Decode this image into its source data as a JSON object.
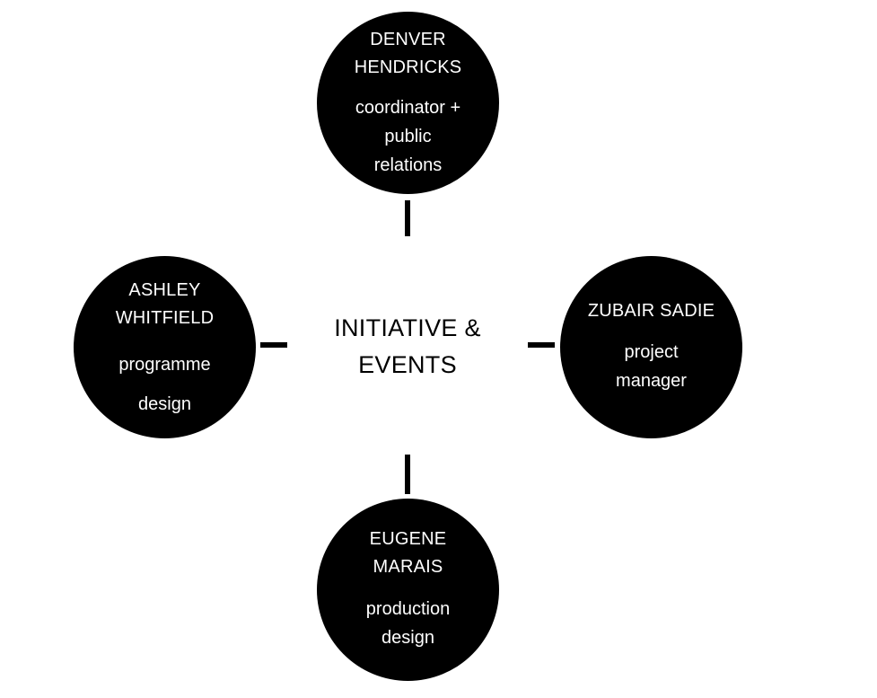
{
  "center": {
    "line1": "INITIATIVE &",
    "line2": "EVENTS"
  },
  "nodes": {
    "top": {
      "name_line1": "DENVER",
      "name_line2": "HENDRICKS",
      "role_line1": "coordinator +",
      "role_line2": "public",
      "role_line3": "relations"
    },
    "left": {
      "name_line1": "ASHLEY",
      "name_line2": "WHITFIELD",
      "role_line1": "programme",
      "role_line2": "design"
    },
    "right": {
      "name_line1": "ZUBAIR SADIE",
      "role_line1": "project",
      "role_line2": "manager"
    },
    "bottom": {
      "name_line1": "EUGENE",
      "name_line2": "MARAIS",
      "role_line1": "production",
      "role_line2": "design"
    }
  },
  "colors": {
    "node_fill": "#000000",
    "node_text": "#ffffff",
    "center_text": "#000000",
    "background": "#ffffff"
  }
}
